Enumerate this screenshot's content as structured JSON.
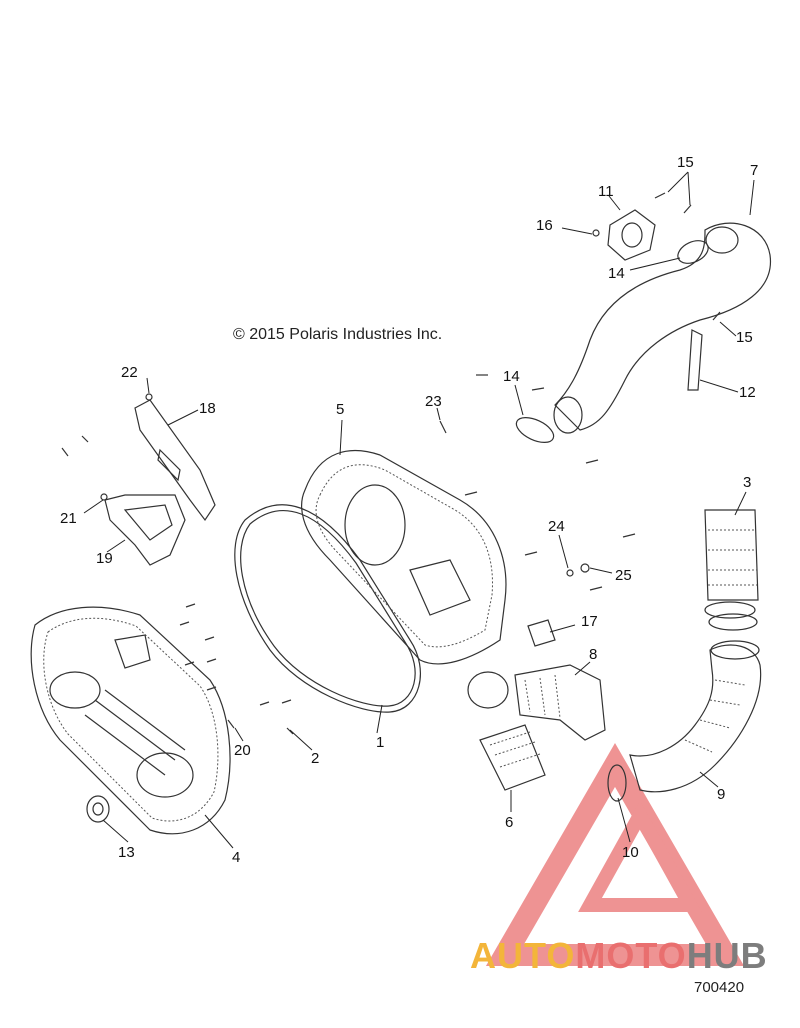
{
  "copyright": "© 2015 Polaris Industries Inc.",
  "drawing_number": "700420",
  "watermark": {
    "part1": "AUTO",
    "part2": "MOTO",
    "part3": "HUB",
    "colors": {
      "auto": "#f3b53a",
      "moto": "#e96f6f",
      "hub": "#7d7d7d",
      "triangle": "#e96f6f"
    }
  },
  "callouts": [
    "1",
    "2",
    "3",
    "4",
    "5",
    "6",
    "7",
    "8",
    "9",
    "10",
    "11",
    "12",
    "13",
    "14",
    "14",
    "15",
    "15",
    "16",
    "17",
    "18",
    "19",
    "20",
    "21",
    "22",
    "23",
    "24",
    "25"
  ]
}
